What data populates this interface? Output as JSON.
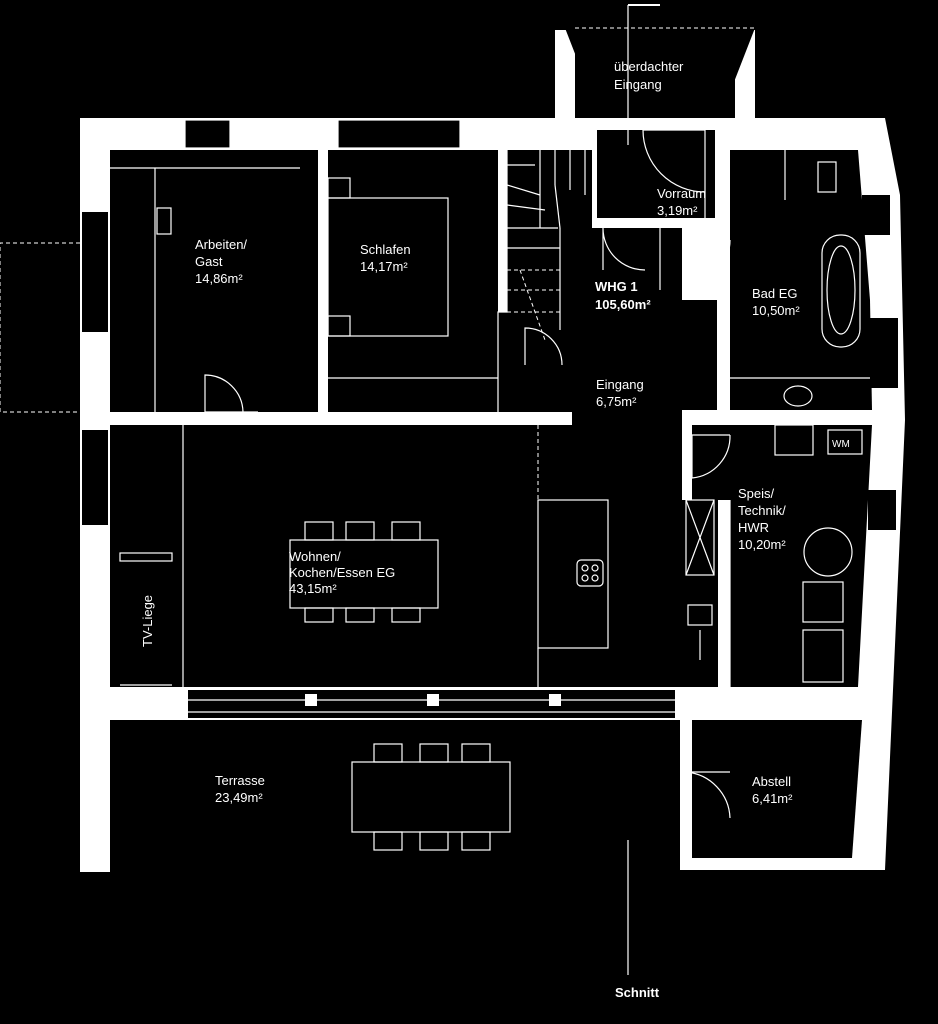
{
  "rooms": {
    "entry_covered": {
      "line1": "überdachter",
      "line2": "Eingang"
    },
    "vorraum": {
      "name": "Vorraum",
      "area": "3,19m²"
    },
    "arbeiten": {
      "line1": "Arbeiten/",
      "line2": "Gast",
      "area": "14,86m²"
    },
    "schlafen": {
      "name": "Schlafen",
      "area": "14,17m²"
    },
    "whg": {
      "name": "WHG 1",
      "area": "105,60m²"
    },
    "bad": {
      "name": "Bad EG",
      "area": "10,50m²"
    },
    "eingang": {
      "name": "Eingang",
      "area": "6,75m²"
    },
    "wohnen": {
      "line1": "Wohnen/",
      "line2": "Kochen/Essen EG",
      "area": "43,15m²"
    },
    "speis": {
      "line1": "Speis/",
      "line2": "Technik/",
      "line3": "HWR",
      "area": "10,20m²"
    },
    "terrasse": {
      "name": "Terrasse",
      "area": "23,49m²"
    },
    "abstell": {
      "name": "Abstell",
      "area": "6,41m²"
    }
  },
  "labels": {
    "tv": "TV-Liege",
    "wm": "WM",
    "schnitt": "Schnitt"
  }
}
